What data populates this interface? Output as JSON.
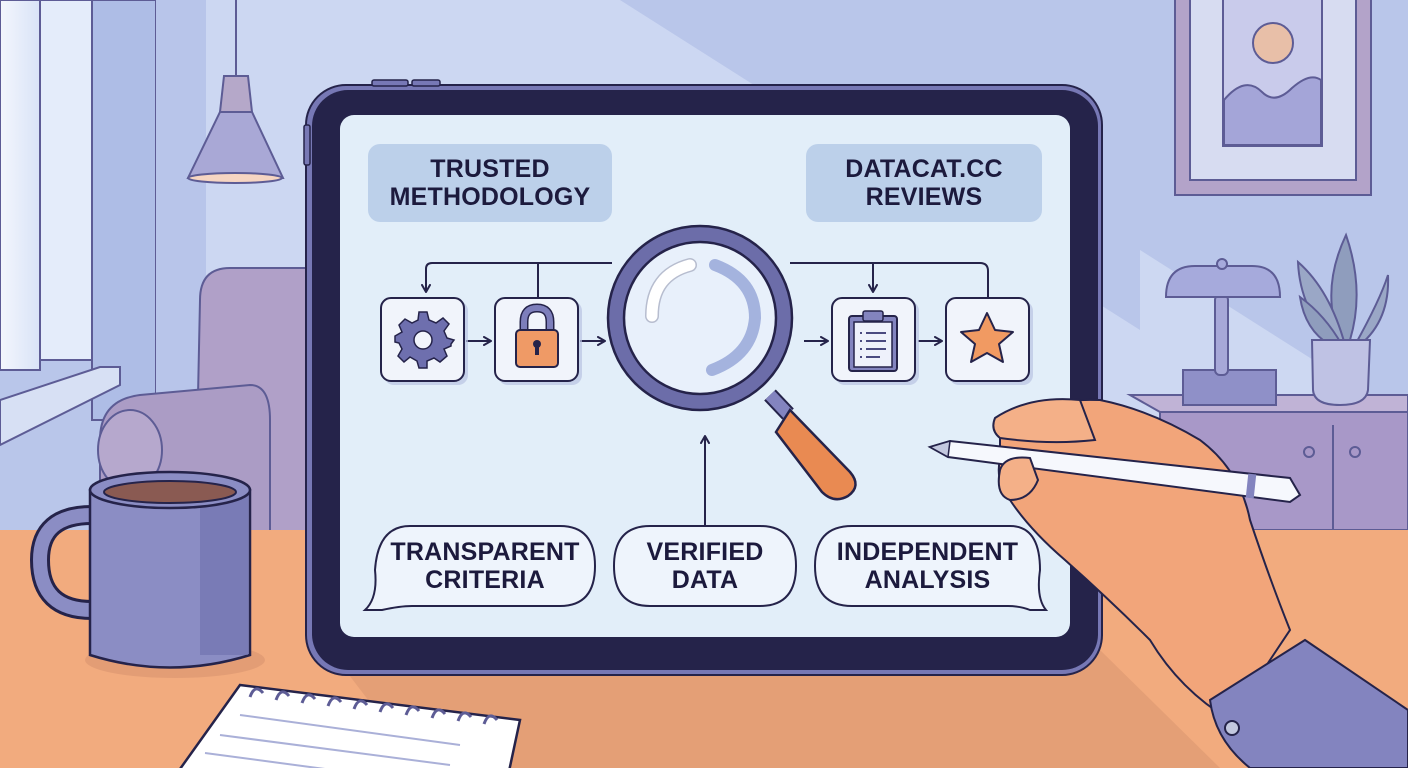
{
  "scene": {
    "description": "Illustration of a hand with stylus using a tablet showing a review methodology flow diagram",
    "colors": {
      "wall": "#b9c6ea",
      "desk": "#f2ab7e",
      "tablet_bezel": "#25234a",
      "screen": "#e2eef9",
      "pill": "#bcd0ea",
      "accent_orange": "#ef915a",
      "accent_purple": "#6e6fae",
      "ink": "#1c1a3d"
    }
  },
  "tablet": {
    "headers": {
      "left": {
        "line1": "TRUSTED",
        "line2": "METHODOLOGY"
      },
      "right": {
        "line1": "DATACAT.CC",
        "line2": "REVIEWS"
      }
    },
    "flow_steps": [
      {
        "icon": "gear-icon"
      },
      {
        "icon": "padlock-icon"
      },
      {
        "icon": "magnifying-glass-icon"
      },
      {
        "icon": "clipboard-checklist-icon"
      },
      {
        "icon": "star-icon"
      }
    ],
    "bubbles": [
      {
        "line1": "TRANSPARENT",
        "line2": "CRITERIA"
      },
      {
        "line1": "VERIFIED",
        "line2": "DATA"
      },
      {
        "line1": "INDEPENDENT",
        "line2": "ANALYSIS"
      }
    ]
  }
}
